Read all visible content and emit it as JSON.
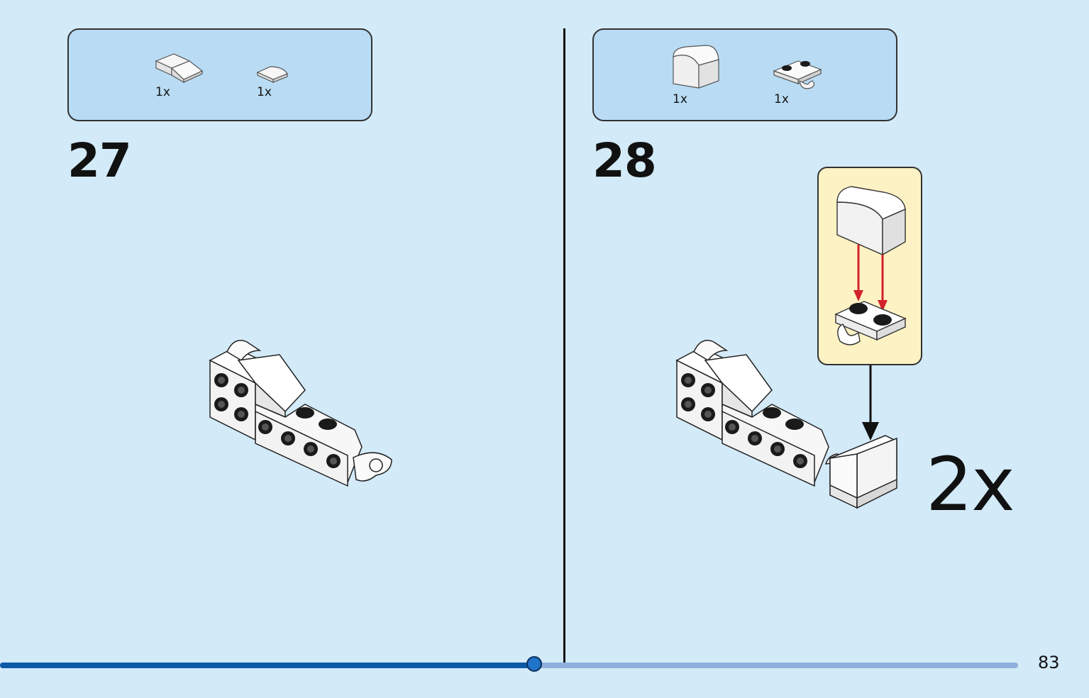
{
  "steps": [
    {
      "number": "27",
      "parts": [
        {
          "qty": "1x",
          "icon": "slope-brick-icon"
        },
        {
          "qty": "1x",
          "icon": "round-tile-quarter-icon"
        }
      ]
    },
    {
      "number": "28",
      "parts": [
        {
          "qty": "1x",
          "icon": "curved-slope-brick-icon"
        },
        {
          "qty": "1x",
          "icon": "clip-plate-icon"
        }
      ],
      "multiplier": "2x"
    }
  ],
  "page": {
    "number": "83"
  },
  "progress": {
    "fraction": 0.525
  },
  "colors": {
    "background": "#d3eaf8",
    "parts_box": "#b9dcf4",
    "callout": "#fdf2c4",
    "progress_fill": "#0b5aa8",
    "progress_track": "#8fb0dc",
    "arrow_red": "#d3232a"
  }
}
